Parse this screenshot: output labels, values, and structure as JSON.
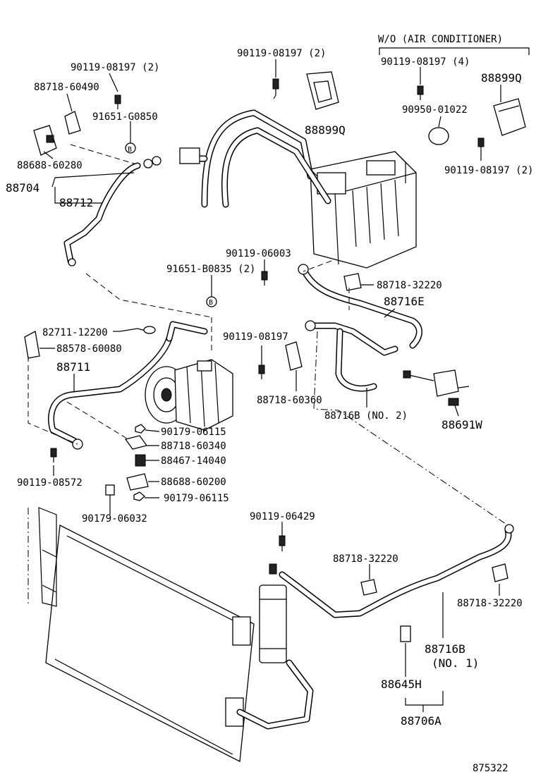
{
  "section_title": "W/O (AIR CONDITIONER)",
  "figure_number": "875322",
  "labels": {
    "p90119_08197_2_left": "90119-08197 (2)",
    "p88718_60490": "88718-60490",
    "p91651_g0850": "91651-G0850",
    "p88688_60280": "88688-60280",
    "p88704": "88704",
    "p88712": "88712",
    "p90119_08197_2_top": "90119-08197 (2)",
    "p88899q_center": "88899Q",
    "p90119_08197_4": "90119-08197 (4)",
    "p88899q_right": "88899Q",
    "p90950_01022": "90950-01022",
    "p90119_08197_2_right": "90119-08197 (2)",
    "p90119_06003": "90119-06003",
    "p91651_b0835": "91651-B0835 (2)",
    "p88718_32220_a": "88718-32220",
    "p88716e": "88716E",
    "p82711_12200": "82711-12200",
    "p88578_60080": "88578-60080",
    "p90119_08197": "90119-08197",
    "p88711": "88711",
    "p88718_60360": "88718-60360",
    "p88716b_no2": "88716B (NO. 2)",
    "p88691w": "88691W",
    "p90179_06115_a": "90179-06115",
    "p88718_60340": "88718-60340",
    "p88467_14040": "88467-14040",
    "p90119_08572": "90119-08572",
    "p88688_60200": "88688-60200",
    "p90179_06115_b": "90179-06115",
    "p90179_06032": "90179-06032",
    "p90119_06429": "90119-06429",
    "p88718_32220_b": "88718-32220",
    "p88718_32220_c": "88718-32220",
    "p88716b_no1": "88716B",
    "p88716b_no1_sub": "(NO. 1)",
    "p88645h": "88645H",
    "p88706a": "88706A"
  },
  "markers": {
    "circle_b": "B"
  }
}
